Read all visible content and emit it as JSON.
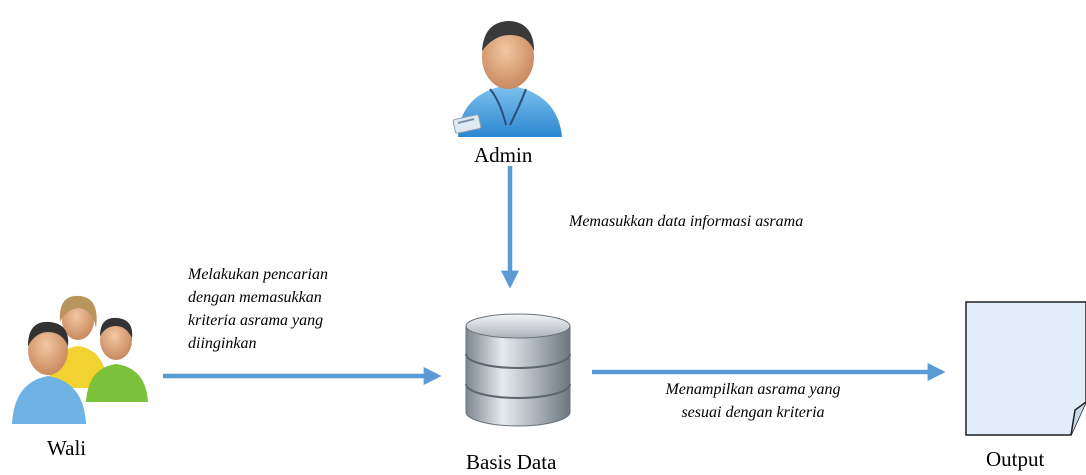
{
  "nodes": {
    "admin": {
      "label": "Admin",
      "icon": "admin-user-icon"
    },
    "wali": {
      "label": "Wali",
      "icon": "user-group-icon"
    },
    "database": {
      "label": "Basis Data",
      "icon": "database-icon"
    },
    "output": {
      "label": "Output",
      "icon": "document-icon"
    }
  },
  "edges": {
    "admin_to_db": {
      "text": "Memasukkan data informasi asrama"
    },
    "wali_to_db": {
      "lines": [
        "Melakukan pencarian",
        "dengan memasukkan",
        "kriteria asrama yang",
        "diinginkan"
      ]
    },
    "db_to_output": {
      "lines": [
        "Menampilkan asrama yang",
        "sesuai dengan kriteria"
      ]
    }
  },
  "colors": {
    "arrow": "#5b9bd5",
    "person_shirt": "#4fa3e0",
    "database": "#a6adb4",
    "document": "#e3eefb"
  }
}
